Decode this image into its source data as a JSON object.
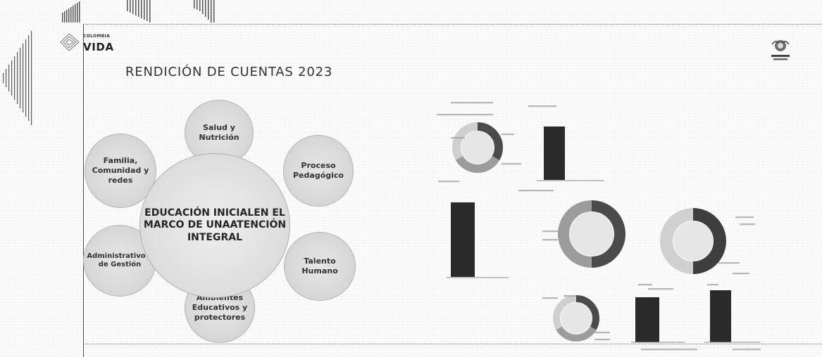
{
  "header": {
    "brand_small": "COLOMBIA",
    "brand_big": "VIDA",
    "title": "RENDICIÓN DE CUENTAS 2023"
  },
  "diagram": {
    "center": [
      "EDUCACIÓN INICIAL",
      "EN EL MARCO DE UNA",
      "ATENCIÓN INTEGRAL"
    ],
    "components": {
      "salud": [
        "Salud y",
        "Nutrición"
      ],
      "pedagogico": [
        "Proceso",
        "Pedagógico"
      ],
      "talento": [
        "Talento",
        "Humano"
      ],
      "ambientes": [
        "Ambientes",
        "Educativos y",
        "protectores"
      ],
      "administrativo": [
        "Administrativo y",
        "de Gestión"
      ],
      "familia": [
        "Familia,",
        "Comunidad y",
        "redes"
      ]
    }
  },
  "charts": {
    "section_top": "",
    "section_mid": "",
    "bar1_header": "",
    "bar2_header": "",
    "bar1_value": "",
    "bar2_value": "",
    "bar_left_value": "",
    "bar_left_small": "",
    "bar1_small": "",
    "bar2_small": "",
    "bar_right_value": "",
    "bar_right_small": "",
    "donut1_center": "",
    "donut2_center": "",
    "donut3_center": "",
    "donut4_center": ""
  },
  "chart_data": [
    {
      "type": "pie",
      "variant": "donut",
      "values": [],
      "colors": [
        "#4b4b4b",
        "#9c9c9c",
        "#cfcfcf"
      ]
    },
    {
      "type": "bar",
      "categories": [],
      "values": []
    },
    {
      "type": "bar",
      "categories": [],
      "values": []
    },
    {
      "type": "pie",
      "variant": "donut",
      "values": [],
      "colors": [
        "#4b4b4b",
        "#9c9c9c"
      ]
    },
    {
      "type": "pie",
      "variant": "donut",
      "values": [],
      "colors": [
        "#3e3e3e",
        "#d0d0d0"
      ]
    },
    {
      "type": "pie",
      "variant": "donut",
      "values": [],
      "colors": [
        "#4b4b4b",
        "#9c9c9c",
        "#cfcfcf"
      ]
    },
    {
      "type": "bar",
      "categories": [],
      "values": []
    },
    {
      "type": "bar",
      "categories": [],
      "values": []
    }
  ]
}
